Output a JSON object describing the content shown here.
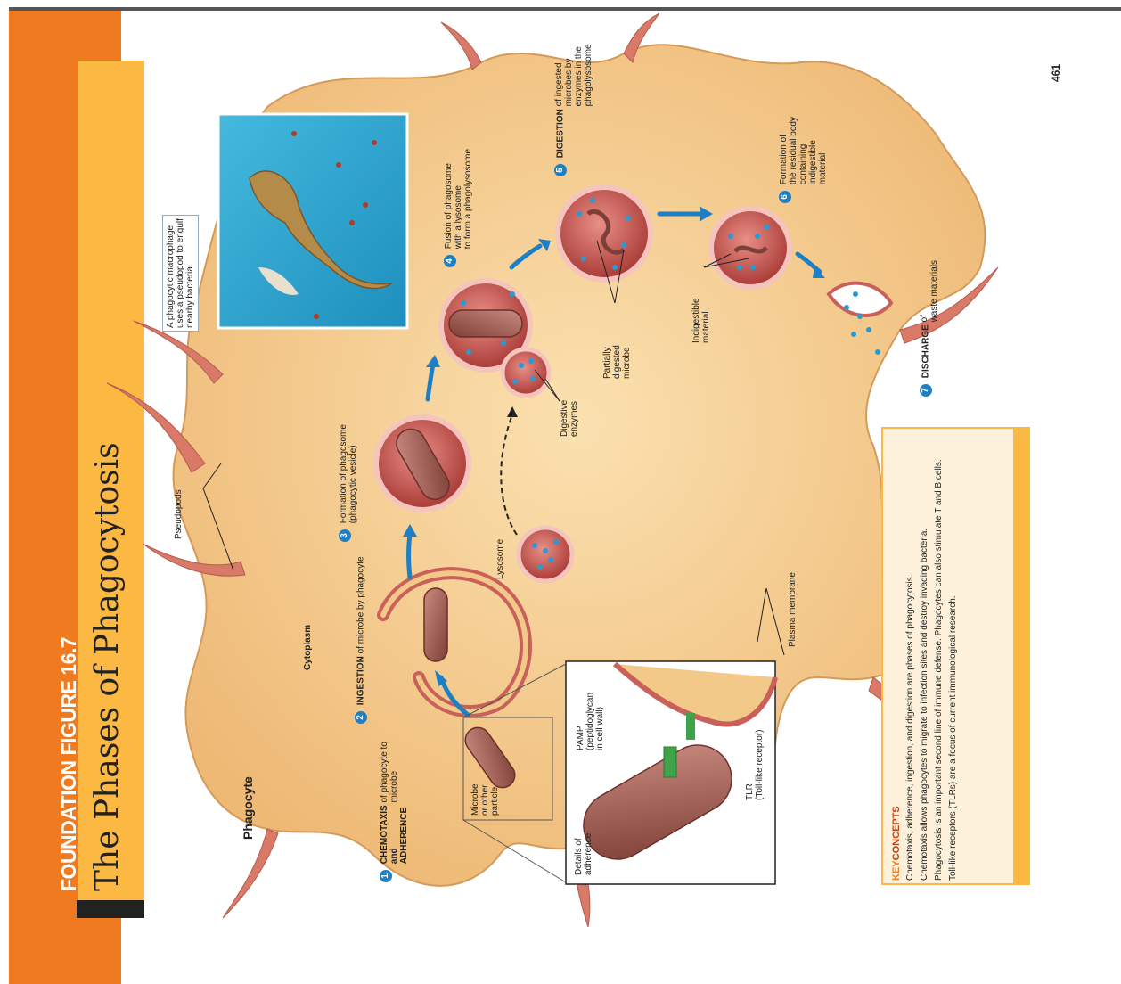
{
  "header": {
    "figure_label": "FOUNDATION FIGURE 16.7",
    "title": "The Phases of Phagocytosis"
  },
  "page_number": "461",
  "labels": {
    "phagocyte": "Phagocyte",
    "cytoplasm": "Cytoplasm",
    "pseudopods": "Pseudopods",
    "microbe": "Microbe\nor other\nparticle",
    "details": "Details of\nadherence",
    "pamp": "PAMP\n(peptidoglycan\nin cell wall)",
    "tlr": "TLR\n(Toll-like receptor)",
    "plasma_membrane": "Plasma membrane",
    "lysosome": "Lysosome",
    "digestive_enzymes": "Digestive\nenzymes",
    "partially_digested": "Partially\ndigested\nmicrobe",
    "indigestible": "Indigestible\nmaterial",
    "photo_caption": "A phagocytic macrophage\nuses a pseudopod to engulf\nnearby bacteria."
  },
  "steps": [
    {
      "num": "1",
      "bold": "CHEMOTAXIS\nand\nADHERENCE",
      "text": "of phagocyte to\nmicrobe"
    },
    {
      "num": "2",
      "bold": "INGESTION",
      "text": "of microbe by phagocyte"
    },
    {
      "num": "3",
      "bold": "",
      "text": "Formation of phagosome\n(phagocytic vesicle)"
    },
    {
      "num": "4",
      "bold": "",
      "text": "Fusion of phagosome\nwith a lysosome\nto form a phagolysosome"
    },
    {
      "num": "5",
      "bold": "DIGESTION",
      "text": "of ingested\nmicrobes by\nenzymes in the\nphagolysosome"
    },
    {
      "num": "6",
      "bold": "",
      "text": "Formation of\nthe residual body\ncontaining\nindigestible\nmaterial"
    },
    {
      "num": "7",
      "bold": "DISCHARGE",
      "text": "of\nwaste materials"
    }
  ],
  "key_concepts": {
    "heading_prefix": "KEY",
    "heading_suffix": "CONCEPTS",
    "items": [
      "Chemotaxis, adherence, ingestion, and digestion are phases of phagocytosis.",
      "Chemotaxis allows phagocytes to migrate to infection sites and destroy invading bacteria.",
      "Phagocytosis is an important second line of immune defense. Phagocytes can also stimulate T and B cells.",
      "Toll-like receptors (TLRs) are a focus of current immunological research."
    ]
  },
  "colors": {
    "orange": "#ef7a1f",
    "yellow": "#fbb843",
    "cell": "#f3c98a",
    "membrane": "#c9605a",
    "vesicle": "#c8504a",
    "blue": "#1d7fc4",
    "photo_bg": "#2aa5cf"
  }
}
